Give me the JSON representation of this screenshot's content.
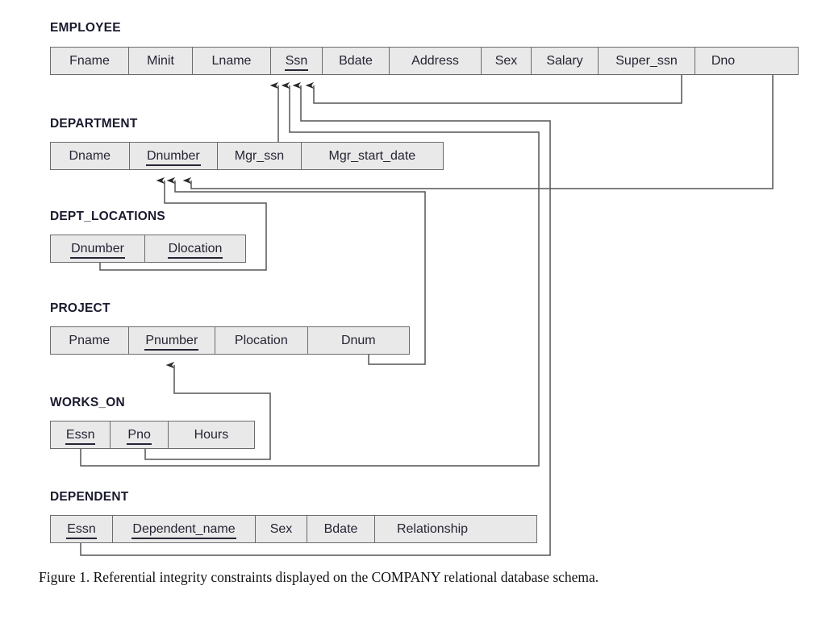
{
  "figure": {
    "caption": "Figure 1. Referential integrity constraints displayed on the COMPANY relational database schema."
  },
  "style": {
    "cell_fill": "#e9e9e9",
    "border_color": "#6b6b6b",
    "line_color": "#555555",
    "text_color": "#252535",
    "title_color": "#1a1a2e"
  },
  "relations": [
    {
      "name": "EMPLOYEE",
      "attributes": [
        {
          "label": "Fname",
          "pk": false
        },
        {
          "label": "Minit",
          "pk": false
        },
        {
          "label": "Lname",
          "pk": false
        },
        {
          "label": "Ssn",
          "pk": true
        },
        {
          "label": "Bdate",
          "pk": false
        },
        {
          "label": "Address",
          "pk": false
        },
        {
          "label": "Sex",
          "pk": false
        },
        {
          "label": "Salary",
          "pk": false
        },
        {
          "label": "Super_ssn",
          "pk": false
        },
        {
          "label": "Dno",
          "pk": false
        }
      ]
    },
    {
      "name": "DEPARTMENT",
      "attributes": [
        {
          "label": "Dname",
          "pk": false
        },
        {
          "label": "Dnumber",
          "pk": true
        },
        {
          "label": "Mgr_ssn",
          "pk": false
        },
        {
          "label": "Mgr_start_date",
          "pk": false
        }
      ]
    },
    {
      "name": "DEPT_LOCATIONS",
      "attributes": [
        {
          "label": "Dnumber",
          "pk": true
        },
        {
          "label": "Dlocation",
          "pk": true
        }
      ]
    },
    {
      "name": "PROJECT",
      "attributes": [
        {
          "label": "Pname",
          "pk": false
        },
        {
          "label": "Pnumber",
          "pk": true
        },
        {
          "label": "Plocation",
          "pk": false
        },
        {
          "label": "Dnum",
          "pk": false
        }
      ]
    },
    {
      "name": "WORKS_ON",
      "attributes": [
        {
          "label": "Essn",
          "pk": true
        },
        {
          "label": "Pno",
          "pk": true
        },
        {
          "label": "Hours",
          "pk": false
        }
      ]
    },
    {
      "name": "DEPENDENT",
      "attributes": [
        {
          "label": "Essn",
          "pk": true
        },
        {
          "label": "Dependent_name",
          "pk": true
        },
        {
          "label": "Sex",
          "pk": false
        },
        {
          "label": "Bdate",
          "pk": false
        },
        {
          "label": "Relationship",
          "pk": false
        }
      ]
    }
  ],
  "foreign_keys": [
    {
      "from_relation": "EMPLOYEE",
      "from_attribute": "Super_ssn",
      "to_relation": "EMPLOYEE",
      "to_attribute": "Ssn"
    },
    {
      "from_relation": "EMPLOYEE",
      "from_attribute": "Dno",
      "to_relation": "DEPARTMENT",
      "to_attribute": "Dnumber"
    },
    {
      "from_relation": "DEPARTMENT",
      "from_attribute": "Mgr_ssn",
      "to_relation": "EMPLOYEE",
      "to_attribute": "Ssn"
    },
    {
      "from_relation": "DEPT_LOCATIONS",
      "from_attribute": "Dnumber",
      "to_relation": "DEPARTMENT",
      "to_attribute": "Dnumber"
    },
    {
      "from_relation": "PROJECT",
      "from_attribute": "Dnum",
      "to_relation": "DEPARTMENT",
      "to_attribute": "Dnumber"
    },
    {
      "from_relation": "WORKS_ON",
      "from_attribute": "Essn",
      "to_relation": "EMPLOYEE",
      "to_attribute": "Ssn"
    },
    {
      "from_relation": "WORKS_ON",
      "from_attribute": "Pno",
      "to_relation": "PROJECT",
      "to_attribute": "Pnumber"
    },
    {
      "from_relation": "DEPENDENT",
      "from_attribute": "Essn",
      "to_relation": "EMPLOYEE",
      "to_attribute": "Ssn"
    }
  ]
}
